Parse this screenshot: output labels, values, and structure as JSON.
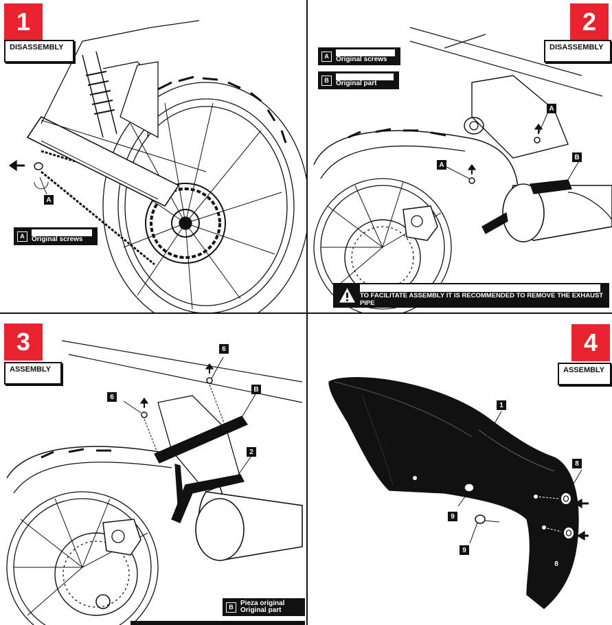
{
  "panels": [
    {
      "step": "1",
      "stage": "DISASSEMBLY",
      "callouts": [
        "A"
      ],
      "legend": {
        "key": "A",
        "line1": "",
        "line2": "Original screws"
      }
    },
    {
      "step": "2",
      "stage": "DISASSEMBLY",
      "callouts": [
        "A",
        "A",
        "B"
      ],
      "legends": [
        {
          "key": "A",
          "line1": "",
          "line2": "Original screws"
        },
        {
          "key": "B",
          "line1": "",
          "line2": "Original part"
        }
      ],
      "warning": {
        "line1": "",
        "line2": "TO FACILITATE ASSEMBLY IT IS RECOMMENDED TO REMOVE THE EXHAUST PIPE"
      }
    },
    {
      "step": "3",
      "stage": "ASSEMBLY",
      "callouts": [
        "6",
        "6",
        "B",
        "2"
      ],
      "legend": {
        "key": "B",
        "line1": "Pieza original",
        "line2": "Original part"
      }
    },
    {
      "step": "4",
      "stage": "ASSEMBLY",
      "callouts": [
        "1",
        "8",
        "8",
        "9",
        "9"
      ]
    }
  ],
  "colors": {
    "accent": "#e8232d",
    "ink": "#111111",
    "paper": "#ffffff"
  },
  "icons": [
    "arrow-icon",
    "warning-triangle-icon"
  ]
}
